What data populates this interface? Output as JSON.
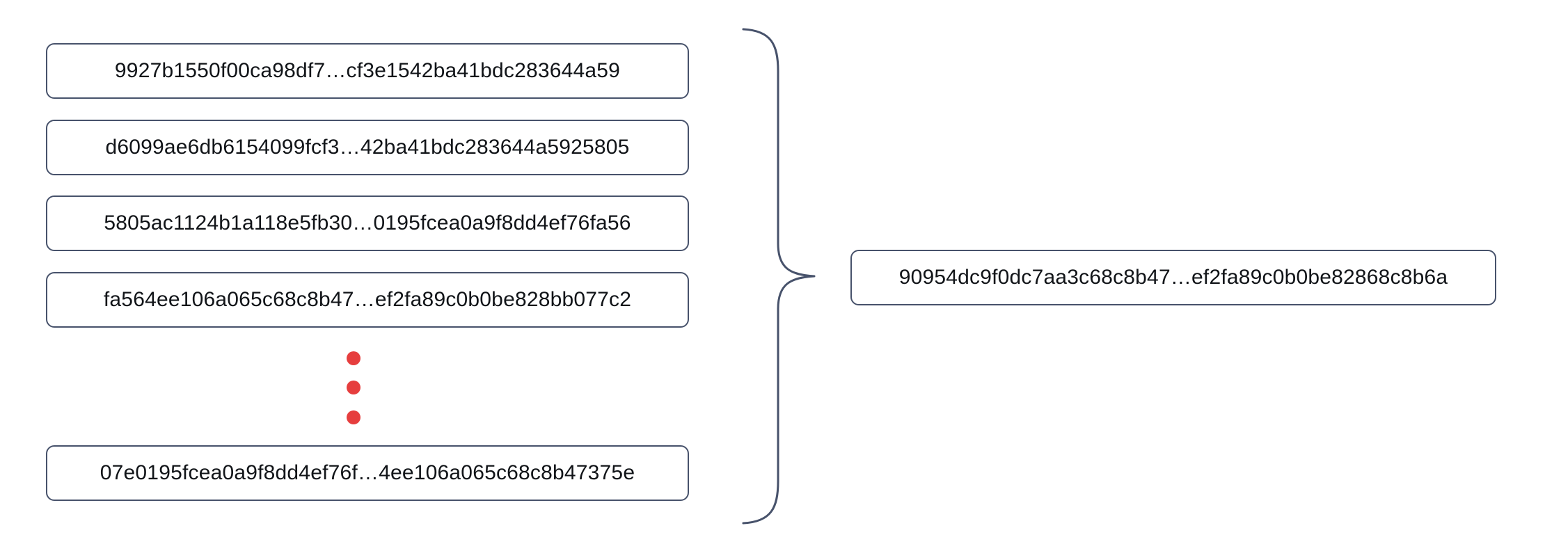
{
  "diagram": {
    "type": "many-to-one-aggregation",
    "colors": {
      "box_border": "#47526b",
      "box_fill": "#ffffff",
      "text": "#111418",
      "dot": "#e63e3e",
      "brace": "#47526b",
      "background": "#ffffff"
    },
    "inputs": {
      "label": "input-hash-list",
      "items": [
        {
          "text": "9927b1550f00ca98df7…cf3e1542ba41bdc283644a59"
        },
        {
          "text": "d6099ae6db6154099fcf3…42ba41bdc283644a5925805"
        },
        {
          "text": "5805ac1124b1a118e5fb30…0195fcea0a9f8dd4ef76fa56"
        },
        {
          "text": "fa564ee106a065c68c8b47…ef2fa89c0b0be828bb077c2"
        },
        {
          "text": "07e0195fcea0a9f8dd4ef76f…4ee106a065c68c8b47375e"
        }
      ],
      "ellipsis": {
        "label": "vertical-ellipsis",
        "dot_count": 3,
        "color": "#e63e3e"
      }
    },
    "connector": {
      "label": "curly-brace",
      "orientation": "right-pointing",
      "tip_aligned_to": "output-hash-box"
    },
    "output": {
      "label": "output-hash",
      "text": "90954dc9f0dc7aa3c68c8b47…ef2fa89c0b0be82868c8b6a"
    }
  }
}
